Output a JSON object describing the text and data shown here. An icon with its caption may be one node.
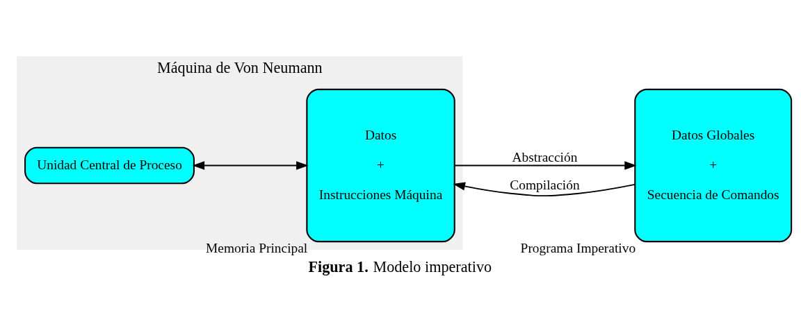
{
  "diagram": {
    "caption": "**Figura 1.** Modelo imperativo",
    "nodes": [
      {
        "text": [
          "Máquina de Von Neumann"
        ]
      },
      {
        "text": [
          "Unidad Central de Proceso"
        ],
        "in": 0
      },
      {
        "text": [
          "Datos",
          "+",
          "Instrucciones Máquina"
        ],
        "in": 0,
        "beside": [
          "Memoria Principal"
        ]
      },
      {
        "text": [
          "Datos Globales",
          "+",
          "Secuencia de Comandos"
        ],
        "beside": [
          "Programa Imperativo"
        ]
      }
    ],
    "edges": [
      {
        "from": 1,
        "to": 2,
        "arrow": "both"
      },
      {
        "from": 2,
        "to": 3,
        "arrow": "to",
        "label": "Abstracción"
      },
      {
        "from": 3,
        "to": 2,
        "arrow": "to",
        "label": "Compilación"
      }
    ]
  }
}
